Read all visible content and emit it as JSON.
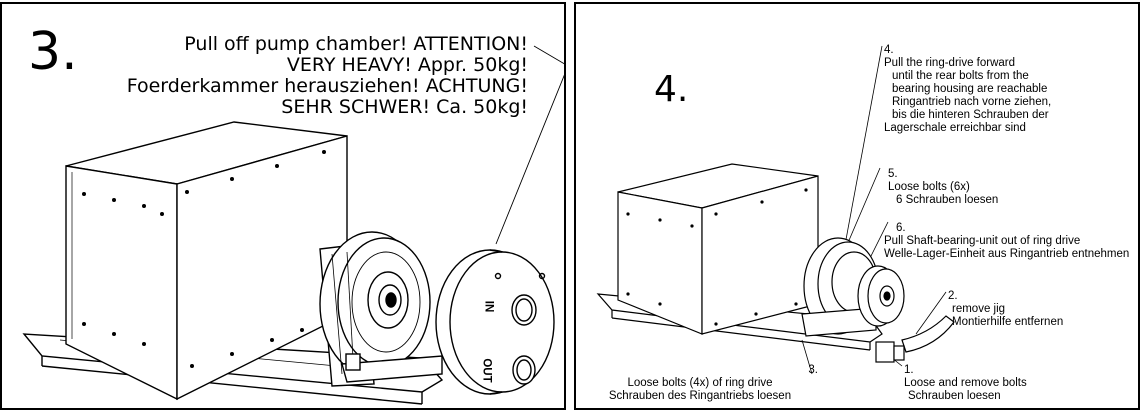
{
  "panel3": {
    "step": "3.",
    "lines": [
      "Pull off pump chamber! ATTENTION!",
      "VERY HEAVY! Appr. 50kg!",
      "Foerderkammer herausziehen! ACHTUNG!",
      "SEHR SCHWER! Ca. 50kg!"
    ],
    "port_in": "IN",
    "port_out": "OUT"
  },
  "panel4": {
    "step": "4.",
    "callouts": [
      {
        "num": "4.",
        "lines": [
          "Pull the ring-drive  forward",
          "until the rear bolts from the",
          "bearing housing are reachable",
          "Ringantrieb nach vorne ziehen,",
          "bis die hinteren Schrauben der",
          "Lagerschale erreichbar sind"
        ]
      },
      {
        "num": "5.",
        "lines": [
          "Loose bolts (6x)",
          "6 Schrauben loesen"
        ]
      },
      {
        "num": "6.",
        "lines": [
          "Pull Shaft-bearing-unit out of ring drive",
          "Welle-Lager-Einheit aus Ringantrieb entnehmen"
        ]
      },
      {
        "num": "2.",
        "lines": [
          "remove jig",
          "Montierhilfe entfernen"
        ]
      },
      {
        "num": "3.",
        "lines": [
          "Loose bolts (4x) of ring drive",
          "Schrauben des Ringantriebs loesen"
        ]
      },
      {
        "num": "1.",
        "lines": [
          "Loose and remove bolts",
          "Schrauben loesen"
        ]
      }
    ]
  }
}
